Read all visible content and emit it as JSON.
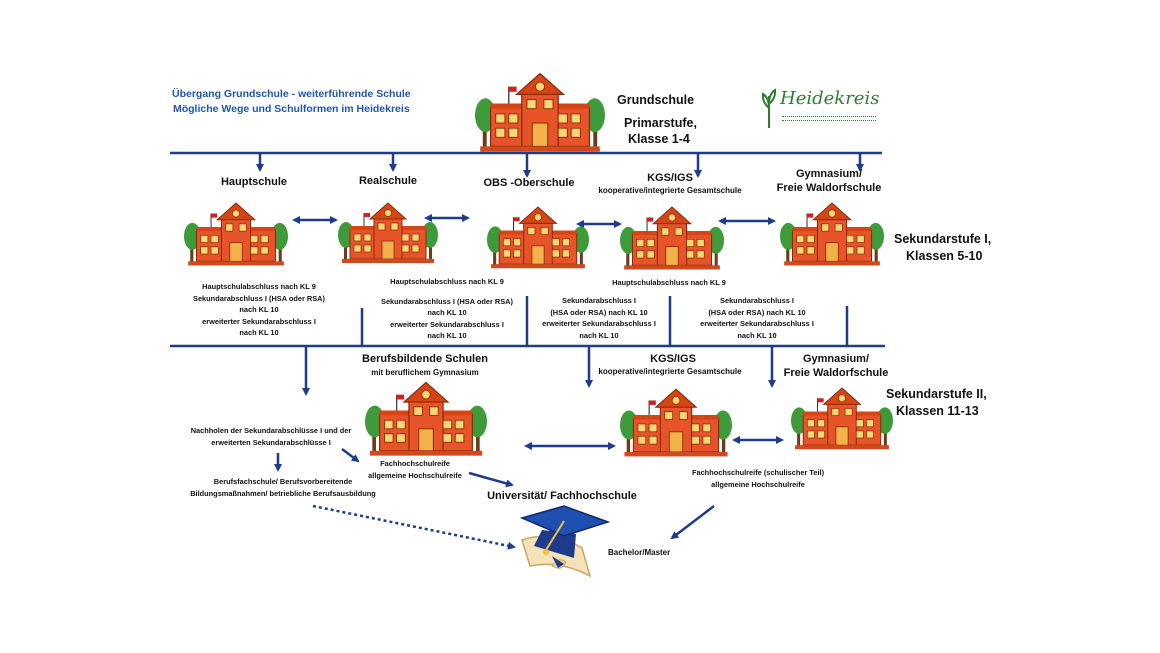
{
  "header": {
    "title_line1": "Übergang Grundschule - weiterführende Schule",
    "title_line2": "Mögliche Wege und Schulformen im Heidekreis"
  },
  "logo": {
    "text": "Heidekreis",
    "icon": "tree-logo-icon"
  },
  "grundschule": {
    "name": "Grundschule",
    "stage": "Primarstufe,",
    "grades": "Klasse 1-4"
  },
  "sek1": {
    "stage_line1": "Sekundarstufe I,",
    "stage_line2": "Klassen 5-10",
    "schools": {
      "hauptschule": "Hauptschule",
      "realschule": "Realschule",
      "obs": "OBS -Oberschule",
      "kgs_title": "KGS/IGS",
      "kgs_sub": "kooperative/integrierte Gesamtschule",
      "gym_line1": "Gymnasium/",
      "gym_line2": "Freie Waldorfschule"
    },
    "notes": {
      "hauptschule": [
        "Hauptschulabschluss nach KL 9",
        "Sekundarabschluss I (HSA oder RSA)",
        "nach KL 10",
        "erweiterter Sekundarabschluss I",
        "nach KL 10"
      ],
      "realschule": [
        "Hauptschulabschluss nach KL 9",
        "Sekundarabschluss I (HSA oder RSA)",
        "nach KL 10",
        "erweiterter Sekundarabschluss I",
        "nach KL 10"
      ],
      "obs_kgs_top": "Hauptschulabschluss nach KL 9",
      "obs": [
        "Sekundarabschluss I",
        "(HSA oder RSA) nach KL 10",
        "erweiterter Sekundarabschluss I",
        "nach KL 10"
      ],
      "gym": [
        "Sekundarabschluss I",
        "(HSA oder RSA) nach KL 10",
        "erweiterter Sekundarabschluss I",
        "nach KL 10"
      ]
    }
  },
  "sek2": {
    "stage_line1": "Sekundarstufe II,",
    "stage_line2": "Klassen 11-13",
    "bbs_title": "Berufsbildende Schulen",
    "bbs_sub": "mit beruflichem Gymnasium",
    "kgs_title": "KGS/IGS",
    "kgs_sub": "kooperative/integrierte Gesamtschule",
    "gym_line1": "Gymnasium/",
    "gym_line2": "Freie Waldorfschule",
    "nachholen": [
      "Nachholen der Sekundarabschlüsse I und der",
      "erweiterten Sekundarabschlüsse I"
    ],
    "bbs_result": [
      "Fachhochschulreife",
      "allgemeine Hochschulreife"
    ],
    "berufs": [
      "Berufsfachschule/ Berufsvorbereitende",
      "Bildungsmaßnahmen/ betriebliche Berufsausbildung"
    ],
    "gym_result": [
      "Fachhochschulreife (schulischer Teil)",
      "allgemeine Hochschulreife"
    ]
  },
  "university": {
    "title": "Universität/ Fachhochschule",
    "degree": "Bachelor/Master"
  },
  "colors": {
    "line": "#1f3c8c",
    "title": "#1f55b0",
    "school_red": "#e8542a",
    "roof": "#d64515",
    "tree": "#3f9a3a",
    "cap": "#1f3c8c"
  }
}
